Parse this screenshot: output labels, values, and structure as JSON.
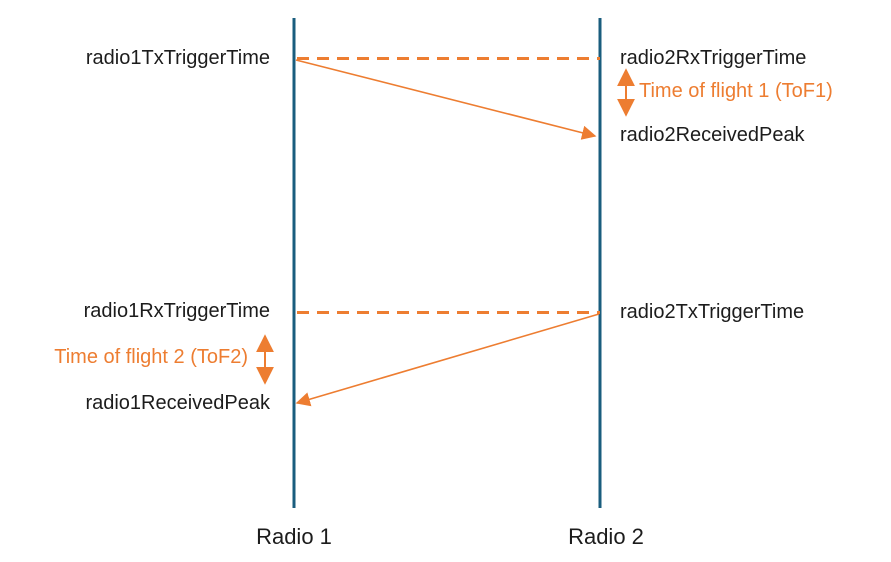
{
  "colors": {
    "timeline_blue": "#1a5d7e",
    "accent_orange": "#ed7d31",
    "label_text": "#1c1c1c",
    "background": "#ffffff"
  },
  "diagram": {
    "radio1": {
      "axis_label": "Radio 1",
      "tx_trigger_label": "radio1TxTriggerTime",
      "rx_trigger_label": "radio1RxTriggerTime",
      "received_peak_label": "radio1ReceivedPeak",
      "tof_label": "Time of flight 2 (ToF2)"
    },
    "radio2": {
      "axis_label": "Radio 2",
      "rx_trigger_label": "radio2RxTriggerTime",
      "tx_trigger_label": "radio2TxTriggerTime",
      "received_peak_label": "radio2ReceivedPeak",
      "tof_label": "Time of flight 1 (ToF1)"
    }
  }
}
